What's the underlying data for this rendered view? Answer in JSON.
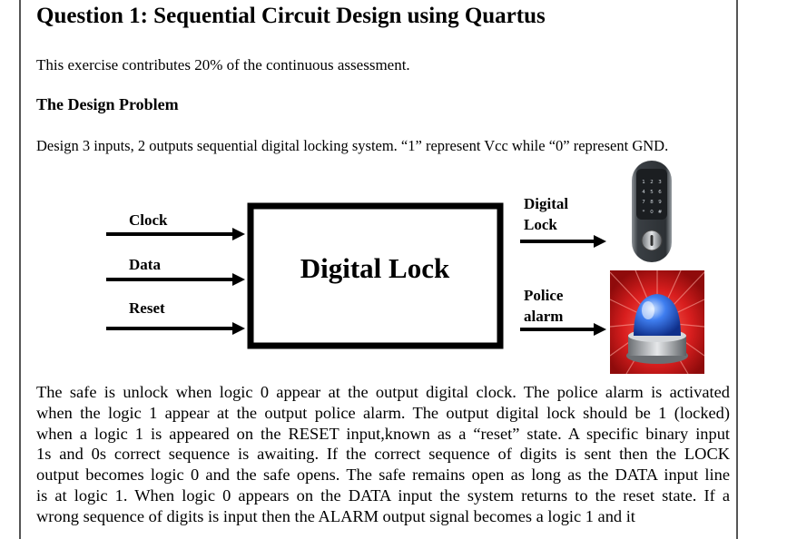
{
  "title": "Question 1:  Sequential Circuit Design using Quartus",
  "intro": "This exercise contributes 20% of the continuous assessment.",
  "section_heading": "The Design Problem",
  "design_statement": "Design 3 inputs, 2 outputs sequential digital locking system. “1” represent Vcc while “0” represent GND.",
  "diagram": {
    "inputs": [
      "Clock",
      "Data",
      "Reset"
    ],
    "block_label": "Digital Lock",
    "outputs": [
      {
        "line1": "Digital",
        "line2": "Lock",
        "image_icon": "keypad-lock-icon"
      },
      {
        "line1": "Police",
        "line2": "alarm",
        "image_icon": "police-siren-icon"
      }
    ],
    "keypad_digits": [
      "1",
      "2",
      "3",
      "4",
      "5",
      "6",
      "7",
      "8",
      "9",
      "*",
      "0",
      "#"
    ],
    "colors": {
      "siren_bg": "#d81e1e",
      "siren_dome": "#2a5fd6",
      "lock_body": "#3a3f44"
    }
  },
  "body_lines": [
    "The safe is unlock when logic 0 appear at the output digital clock. The police alarm is activated",
    "when the logic 1 appear at the output police alarm. The output digital lock should be 1 (locked)",
    "when a logic 1 is appeared on the RESET input,known as a “reset” state. A specific binary input",
    "1s and 0s correct sequence is awaiting. If the correct sequence of digits is sent then the LOCK",
    "output becomes logic 0 and the safe opens. The safe remains open as long as the DATA input line",
    "is at logic 1. When logic 0 appears on the DATA input the system returns to the reset state. If a",
    "wrong sequence of digits is input then the ALARM output signal becomes a logic 1 and it"
  ]
}
